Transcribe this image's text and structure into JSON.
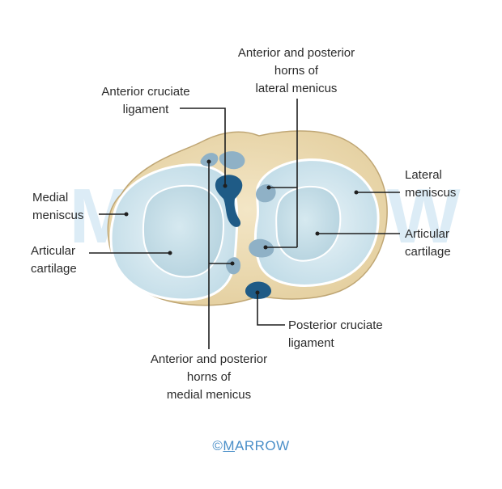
{
  "labels": {
    "lateral_horns": [
      "Anterior and posterior",
      "horns of",
      "lateral menicus"
    ],
    "acl": [
      "Anterior cruciate",
      "ligament"
    ],
    "medial_meniscus": [
      "Medial",
      "meniscus"
    ],
    "articular_left": [
      "Articular",
      "cartilage"
    ],
    "lateral_meniscus": [
      "Lateral",
      "meniscus"
    ],
    "articular_right": [
      "Articular",
      "cartilage"
    ],
    "pcl": [
      "Posterior cruciate",
      "ligament"
    ],
    "medial_horns": [
      "Anterior and posterior",
      "horns of",
      "medial menicus"
    ]
  },
  "watermark": "MARROW",
  "brand": {
    "symbol": "©",
    "first_letter": "M",
    "rest": "ARROW"
  },
  "colors": {
    "plateau": "#ecdcb6",
    "plateau_edge": "#c9b384",
    "meniscus": "#d2e6ee",
    "cartilage": "#c2dce7",
    "ligament_dark": "#1f5b86",
    "horn": "#8eb0c6",
    "brand": "#4a8fc8"
  }
}
